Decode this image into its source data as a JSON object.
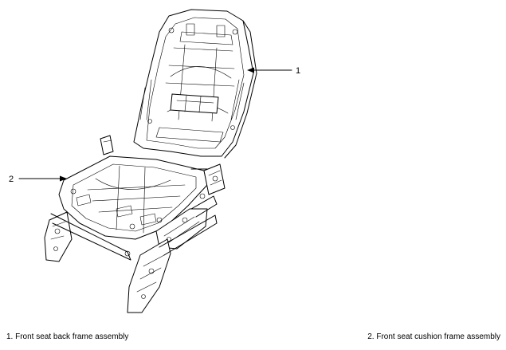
{
  "callouts": [
    {
      "id": "1",
      "label": "1"
    },
    {
      "id": "2",
      "label": "2"
    }
  ],
  "captions": [
    {
      "id": "1",
      "text": "1. Front seat back frame assembly"
    },
    {
      "id": "2",
      "text": "2. Front seat cushion frame assembly"
    }
  ]
}
